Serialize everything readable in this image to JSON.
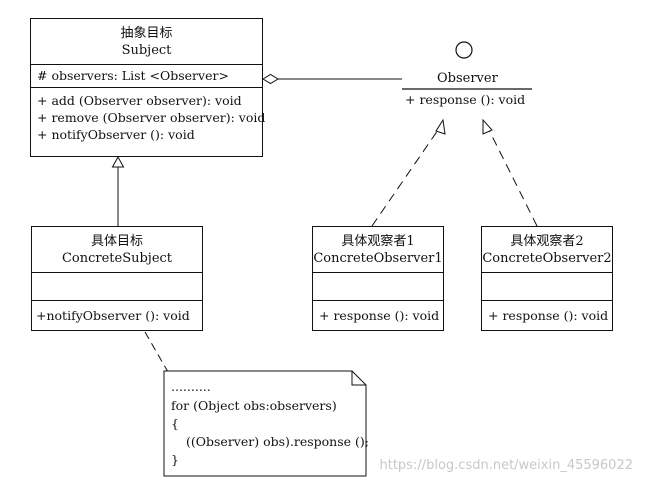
{
  "subject": {
    "name_cn": "抽象目标",
    "name_en": "Subject",
    "attributes": [
      "# observers: List <Observer>"
    ],
    "operations": [
      "+ add (Observer observer): void",
      "+ remove (Observer observer): void",
      "+ notifyObserver (): void"
    ]
  },
  "observer": {
    "name": "Observer",
    "operation": "+ response (): void"
  },
  "concrete_subject": {
    "name_cn": "具体目标",
    "name_en": "ConcreteSubject",
    "operations": [
      "+notifyObserver (): void"
    ]
  },
  "concrete_observer_1": {
    "name_cn": "具体观察者1",
    "name_en": "ConcreteObserver1",
    "operations": [
      "+ response (): void"
    ]
  },
  "concrete_observer_2": {
    "name_cn": "具体观察者2",
    "name_en": "ConcreteObserver2",
    "operations": [
      "+ response (): void"
    ]
  },
  "note": {
    "lines": [
      "..........",
      "for (Object obs:observers)",
      "{",
      "((Observer) obs).response ();",
      "}"
    ]
  },
  "watermark": "https://blog.csdn.net/weixin_45596022"
}
